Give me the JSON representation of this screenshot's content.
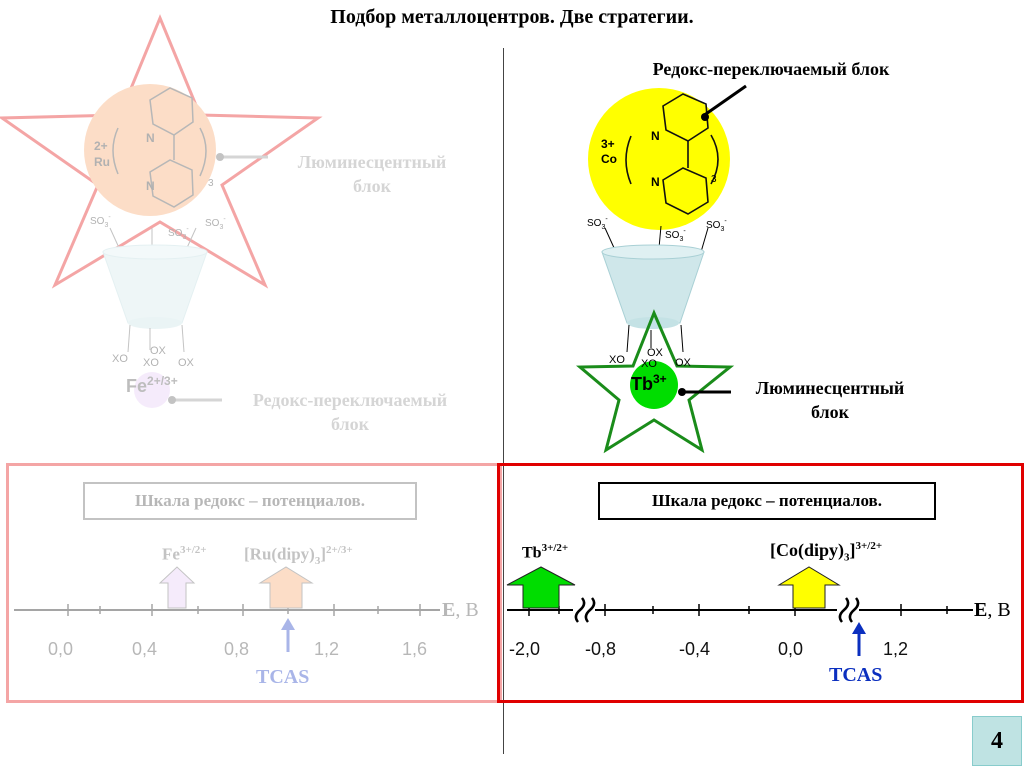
{
  "title": "Подбор металлоцентров. Две стратегии.",
  "left": {
    "complex": {
      "charge": "2+",
      "metal": "Ru",
      "n1": "N",
      "n2": "N",
      "subscript": "3"
    },
    "so3_labels": [
      "SO",
      "SO",
      "SO"
    ],
    "so3_sub": "3",
    "so3_sup": "-",
    "xo_labels": [
      "XO",
      "OX",
      "XO",
      "OX"
    ],
    "lum_label_1": "Люминесцентный",
    "lum_label_2": "блок",
    "fe_label": "Fe",
    "fe_sup": "2+/3+",
    "redox_label_1": "Редокс-переключаемый",
    "redox_label_2": "блок",
    "scale_box": "Шкала редокс – потенциалов.",
    "fe_arrow_label": "Fe",
    "fe_arrow_sup": "3+/2+",
    "ru_arrow_label": "[Ru(dipy)",
    "ru_arrow_sub": "3",
    "ru_arrow_end": "]",
    "ru_arrow_sup": "2+/3+",
    "axis_label": "E",
    "axis_unit": ", B",
    "ticks": [
      "0,0",
      "0,4",
      "0,8",
      "1,2",
      "1,6"
    ],
    "tcas": "TCAS"
  },
  "right": {
    "redox_label": "Редокс-переключаемый блок",
    "complex": {
      "charge": "3+",
      "metal": "Co",
      "n1": "N",
      "n2": "N",
      "subscript": "3"
    },
    "so3_labels": [
      "SO",
      "SO",
      "SO"
    ],
    "so3_sub": "3",
    "so3_sup": "-",
    "xo_labels": [
      "XO",
      "OX",
      "XO",
      "OX"
    ],
    "tb_label": "Tb",
    "tb_sup": "3+",
    "lum_label_1": "Люминесцентный",
    "lum_label_2": "блок",
    "scale_box": "Шкала редокс – потенциалов.",
    "tb_arrow_label": "Tb",
    "tb_arrow_sup": "3+/2+",
    "co_arrow_label": "[Co(dipy)",
    "co_arrow_sub": "3",
    "co_arrow_end": "]",
    "co_arrow_sup": "3+/2+",
    "axis_label": "E",
    "axis_unit": ", B",
    "ticks": [
      "-2,0",
      "-0,8",
      "-0,4",
      "0,0",
      "1,2"
    ],
    "tcas": "TCAS"
  },
  "page_number": "4",
  "colors": {
    "yellow": "#ffff00",
    "green": "#00dd00",
    "star_green": "#1a8c1a",
    "red_frame": "#e00000",
    "cup": "#cfe7ea",
    "tcas_blue": "#0b2fbf",
    "ru_orange": "#f7a062",
    "fe_lilac": "#e3c8f5"
  }
}
